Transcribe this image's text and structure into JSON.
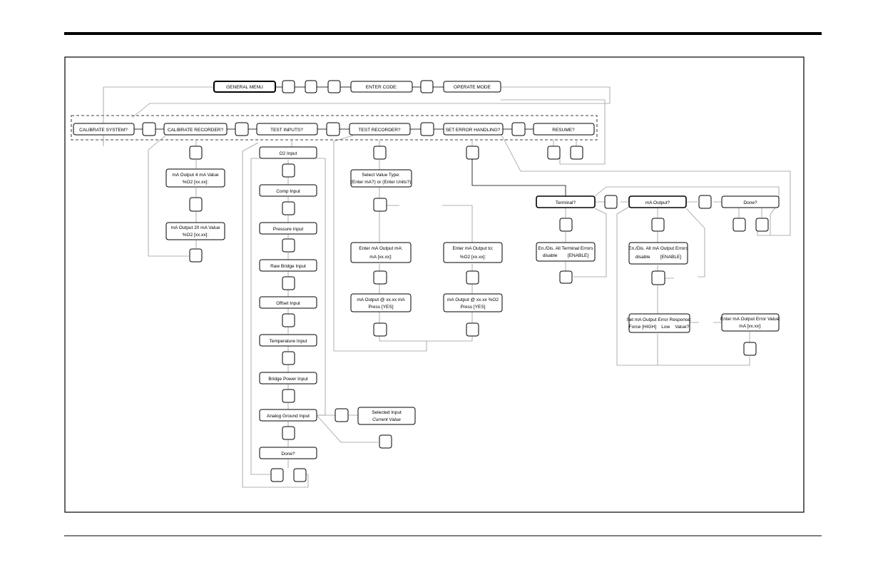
{
  "top": {
    "general_menu": "GENERAL MENU",
    "enter_code": "ENTER CODE:",
    "operate_mode": "OPERATE MODE"
  },
  "menu": {
    "calibrate_system": "CALIBRATE SYSTEM?",
    "calibrate_recorder": "CALIBRATE RECORDER?",
    "test_inputs": "TEST INPUTS?",
    "test_recorder": "TEST RECORDER?",
    "set_error_handling": "SET ERROR HANDLING?",
    "resume": "RESUME?"
  },
  "calibrate_recorder": {
    "ma4_l1": "mA Output 4 mA Value",
    "ma4_l2": "%O2 [xx.xx]:",
    "ma20_l1": "mA Output 20 mA Value",
    "ma20_l2": "%O2 [xx.xx]:"
  },
  "test_inputs": {
    "o2": "O2 Input",
    "comp": "Comp Input",
    "pressure": "Pressure Input",
    "raw_bridge": "Raw Bridge Input",
    "offset": "Offset Input",
    "temperature": "Temperature Input",
    "bridge_power": "Bridge Power Input",
    "analog_ground": "Analog Ground Input",
    "done": "Done?",
    "selected_l1": "Selected Input",
    "selected_l2": "Current Value"
  },
  "test_recorder": {
    "select_l1": "Select Value Type:",
    "select_l2": "(Enter mA?) or (Enter Units?)",
    "enter_ma_l1": "Enter mA Output mA:",
    "enter_ma_l2": "mA [xx.xx]:",
    "enter_o2_l1": "Enter mA Output to:",
    "enter_o2_l2": "%O2 [xx.xx]:",
    "out_ma_l1": "mA Output @ xx.xx mA",
    "out_ma_l2": "Press [YES]",
    "out_o2_l1": "mA Output @ xx.xx %O2",
    "out_o2_l2": "Press [YES]"
  },
  "error_handling": {
    "terminal": "Terminal?",
    "ma_output": "mA Output?",
    "done": "Done?",
    "term_en_l1": "En./Dis. All Terminal Errors",
    "term_en_l2": "disable        [ENABLE]",
    "ma_en_l1": "En./Dis. All mA Output Errors",
    "ma_en_l2": "disable        [ENABLE]",
    "resp_l1": "Set mA Output Error Response:",
    "resp_l2": "Force [HIGH]    Low    Value?",
    "val_l1": "Enter mA Output Error Value:",
    "val_l2": "mA [xx.xx]:"
  }
}
